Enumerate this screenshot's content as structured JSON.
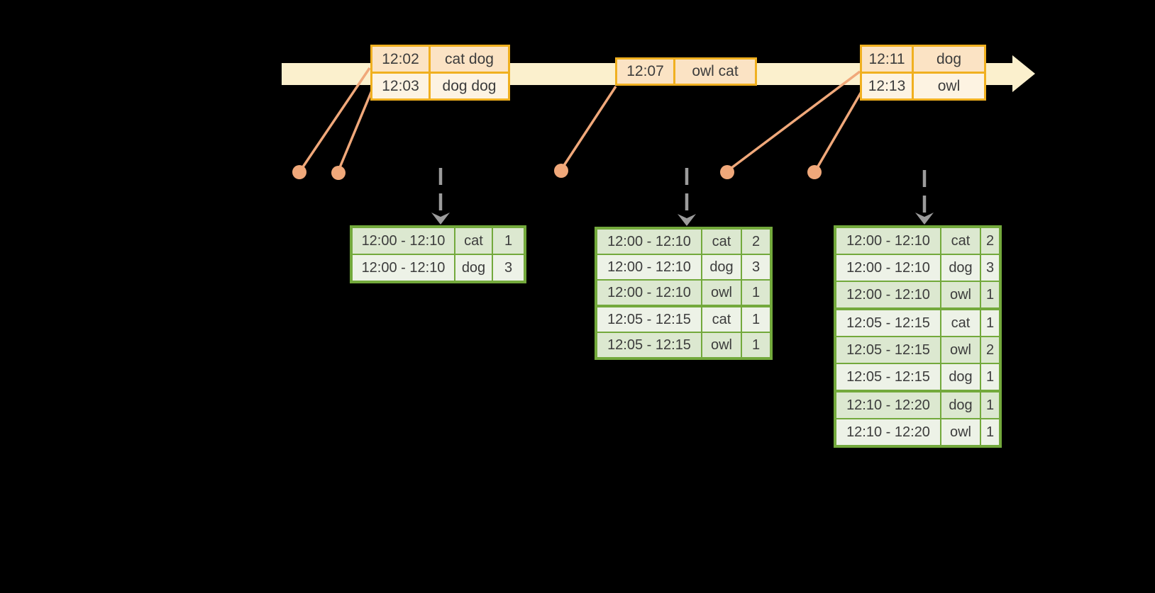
{
  "colors": {
    "background": "#000000",
    "timeline_band": "#fbf0cd",
    "event_border": "#f0b020",
    "event_row_dark": "#fbe3c4",
    "event_row_light": "#fdf3e2",
    "connector": "#f0a87a",
    "result_border": "#73a93c",
    "result_row_dark": "#dce8d0",
    "result_row_light": "#edf2e7",
    "dashed_arrow": "#9c9c9c",
    "text": "#3c3c3c"
  },
  "events": [
    {
      "rows": [
        {
          "time": "12:02",
          "words": "cat dog"
        },
        {
          "time": "12:03",
          "words": "dog dog"
        }
      ]
    },
    {
      "rows": [
        {
          "time": "12:07",
          "words": "owl cat"
        }
      ]
    },
    {
      "rows": [
        {
          "time": "12:11",
          "words": "dog"
        },
        {
          "time": "12:13",
          "words": "owl"
        }
      ]
    }
  ],
  "results": [
    {
      "rows": [
        {
          "window": "12:00 - 12:10",
          "word": "cat",
          "count": "1"
        },
        {
          "window": "12:00 - 12:10",
          "word": "dog",
          "count": "3"
        }
      ]
    },
    {
      "rows": [
        {
          "window": "12:00 - 12:10",
          "word": "cat",
          "count": "2"
        },
        {
          "window": "12:00 - 12:10",
          "word": "dog",
          "count": "3"
        },
        {
          "window": "12:00 - 12:10",
          "word": "owl",
          "count": "1"
        },
        {
          "window": "12:05 - 12:15",
          "word": "cat",
          "count": "1"
        },
        {
          "window": "12:05 - 12:15",
          "word": "owl",
          "count": "1"
        }
      ]
    },
    {
      "rows": [
        {
          "window": "12:00 - 12:10",
          "word": "cat",
          "count": "2"
        },
        {
          "window": "12:00 - 12:10",
          "word": "dog",
          "count": "3"
        },
        {
          "window": "12:00 - 12:10",
          "word": "owl",
          "count": "1"
        },
        {
          "window": "12:05 - 12:15",
          "word": "cat",
          "count": "1"
        },
        {
          "window": "12:05 - 12:15",
          "word": "owl",
          "count": "2"
        },
        {
          "window": "12:05 - 12:15",
          "word": "dog",
          "count": "1"
        },
        {
          "window": "12:10 - 12:20",
          "word": "dog",
          "count": "1"
        },
        {
          "window": "12:10 - 12:20",
          "word": "owl",
          "count": "1"
        }
      ]
    }
  ]
}
